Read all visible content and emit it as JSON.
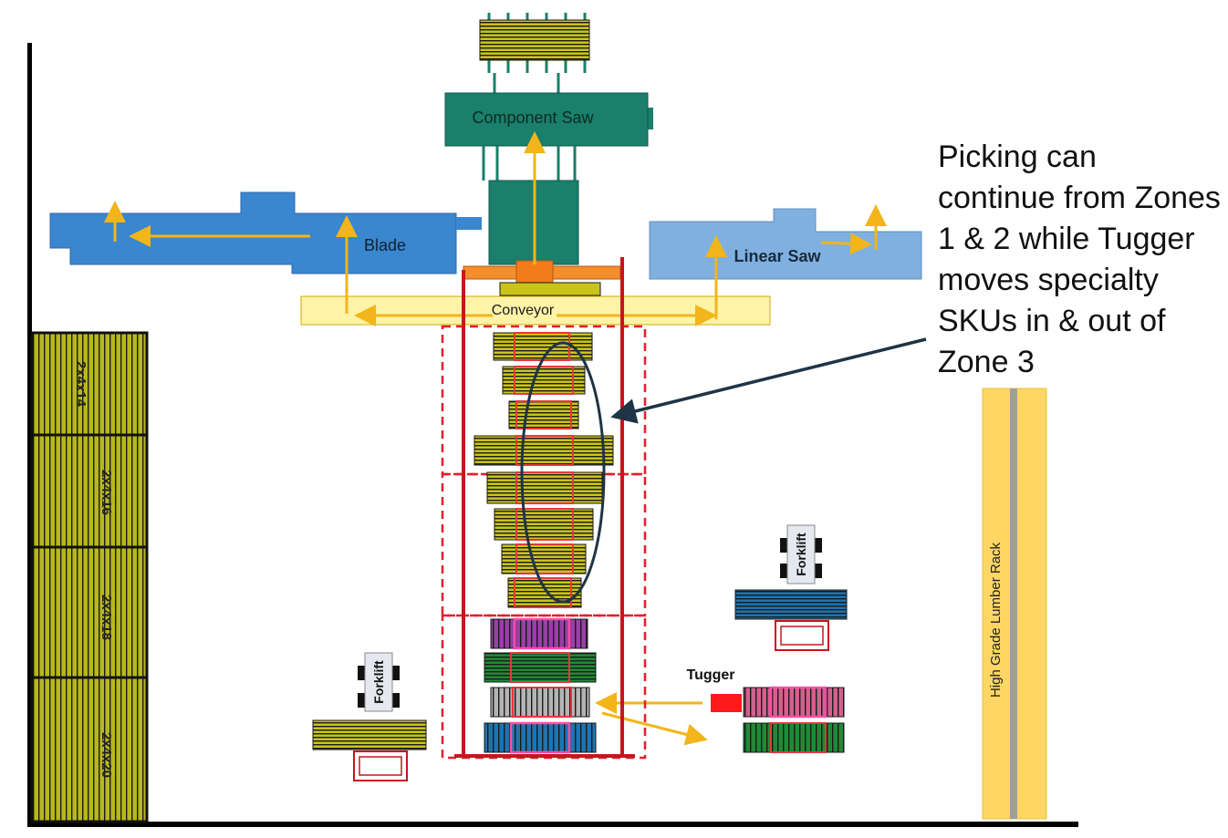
{
  "labels": {
    "component_saw": "Component Saw",
    "blade": "Blade",
    "linear_saw": "Linear Saw",
    "conveyor": "Conveyor",
    "tugger": "Tugger",
    "forklift": "Forklift",
    "high_grade_rack": "High Grade Lumber Rack",
    "rack_bins": [
      "2x4x14",
      "2x4x16",
      "2x4x18",
      "2x4x20"
    ]
  },
  "callout": "Picking can continue from Zones 1 & 2 while Tugger moves specialty SKUs in & out of Zone 3",
  "colors": {
    "component_saw": "#1a7f6b",
    "blade": "#3a86cf",
    "linear_saw": "#7fb0e0",
    "conveyor": "#fff3a8",
    "lumber_yellow": "#c9c41a",
    "rack_bin": "#b7b81c",
    "frame_red": "#d9232d",
    "arrow": "#f2b51a",
    "callout_arrow": "#1f3445",
    "high_grade_rack": "#fdd663",
    "stack_purple": "#9a3ea8",
    "stack_green": "#1f8a35",
    "stack_gray": "#b4b4b4",
    "stack_blue": "#1e74b0",
    "stack_pink": "#d4608e",
    "tugger": "#ff1a1a"
  }
}
